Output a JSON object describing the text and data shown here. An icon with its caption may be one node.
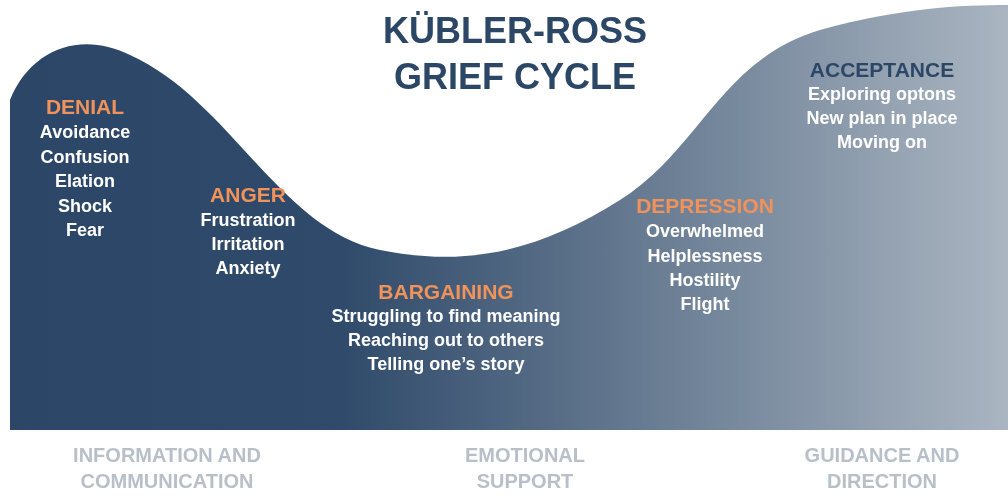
{
  "diagram": {
    "title": "KÜBLER-ROSS GRIEF CYCLE",
    "labels": [
      "DENIAL",
      "Avoidance",
      "Confusion",
      "Elation",
      "Shock",
      "Fear",
      "ANGER",
      "Frustration",
      "Irritation",
      "Anxiety",
      "BARGAINING",
      "Struggling to find meaning",
      "Reaching out to others",
      "Telling one’s story",
      "DEPRESSION",
      "Overwhelmed",
      "Helplessness",
      "Hostility",
      "Flight",
      "ACCEPTANCE",
      "Exploring optons",
      "New plan in place",
      "Moving on",
      "INFORMATION AND COMMUNICATION",
      "EMOTIONAL SUPPORT",
      "GUIDANCE AND DIRECTION"
    ]
  }
}
